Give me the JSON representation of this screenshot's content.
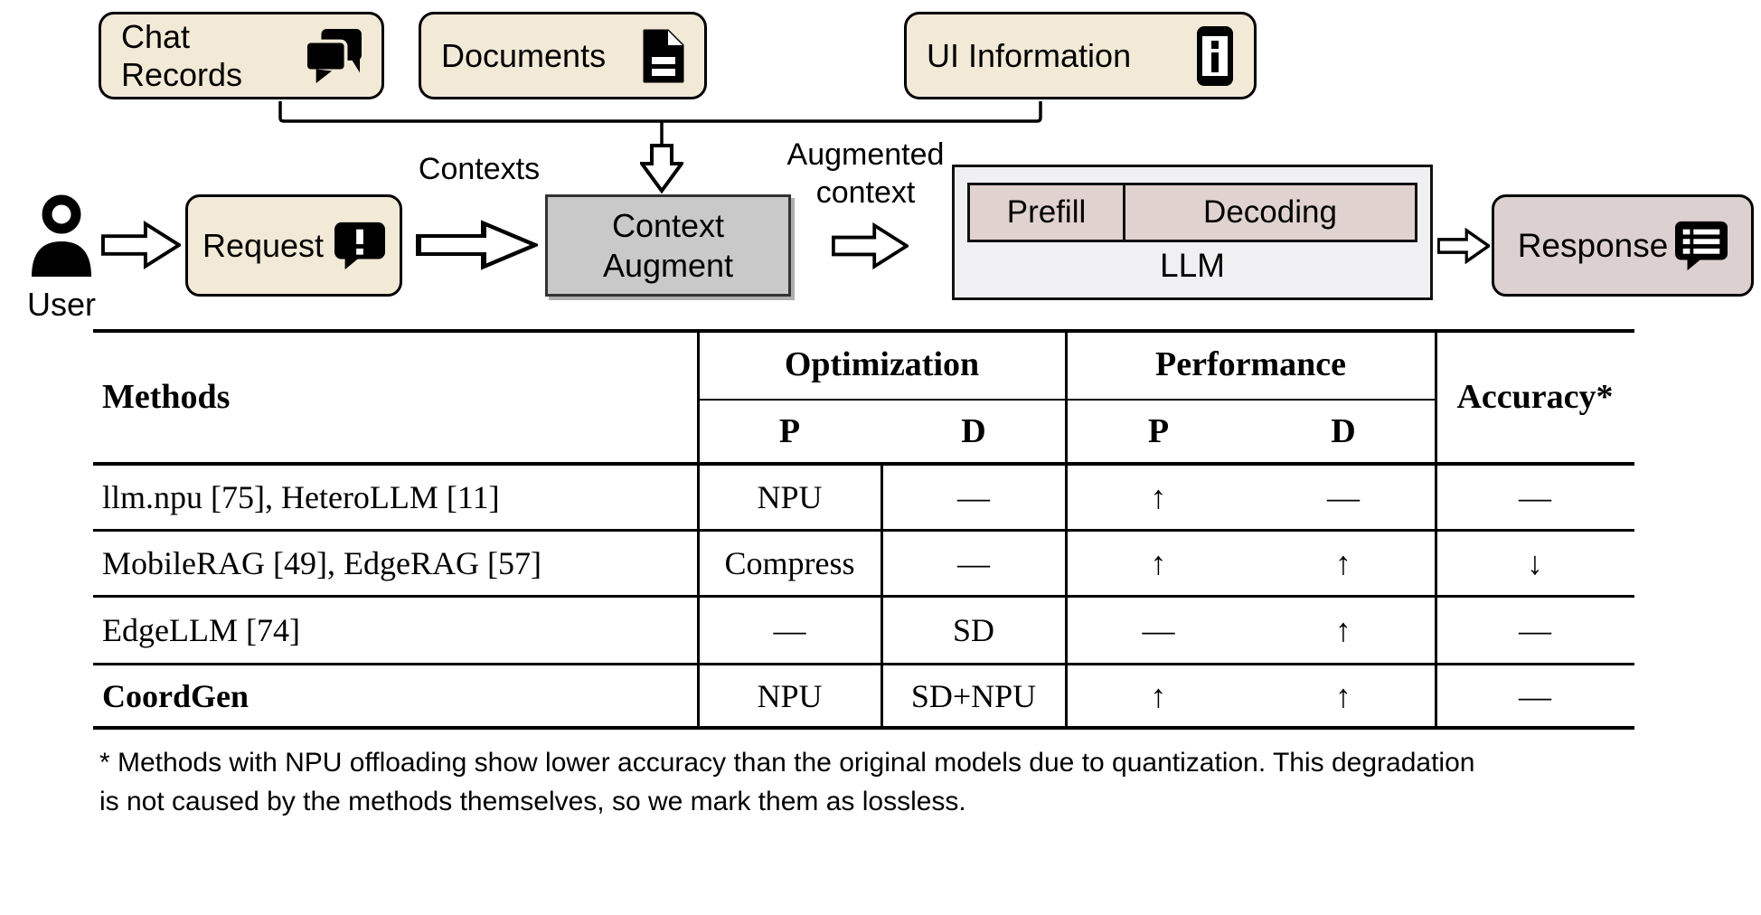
{
  "figure": {
    "sources": [
      {
        "label": "Chat Records",
        "icon": "chat-bubbles-icon"
      },
      {
        "label": "Documents",
        "icon": "document-icon"
      },
      {
        "label": "UI Information",
        "icon": "phone-info-icon"
      }
    ],
    "contexts_label": "Contexts",
    "augmented_label_line1": "Augmented",
    "augmented_label_line2": "context",
    "user_label": "User",
    "request_label": "Request",
    "context_augment_line1": "Context",
    "context_augment_line2": "Augment",
    "prefill_label": "Prefill",
    "decoding_label": "Decoding",
    "llm_label": "LLM",
    "response_label": "Response"
  },
  "table": {
    "header": {
      "methods": "Methods",
      "optimization": "Optimization",
      "performance": "Performance",
      "accuracy": "Accuracy*",
      "sub_p": "P",
      "sub_d": "D"
    },
    "rows": [
      {
        "method": "llm.npu [75], HeteroLLM [11]",
        "opt_p": "NPU",
        "opt_d": "—",
        "perf_p": "↑",
        "perf_d": "—",
        "accuracy": "—"
      },
      {
        "method": "MobileRAG [49], EdgeRAG [57]",
        "opt_p": "Compress",
        "opt_d": "—",
        "perf_p": "↑",
        "perf_d": "↑",
        "accuracy": "↓"
      },
      {
        "method": "EdgeLLM [74]",
        "opt_p": "—",
        "opt_d": "SD",
        "perf_p": "—",
        "perf_d": "↑",
        "accuracy": "—"
      },
      {
        "method": "CoordGen",
        "opt_p": "NPU",
        "opt_d": "SD+NPU",
        "perf_p": "↑",
        "perf_d": "↑",
        "accuracy": "—"
      }
    ]
  },
  "footnote": {
    "line1": "* Methods with NPU offloading show lower accuracy than the original models due to quantization. This degradation",
    "line2": "is not caused by the methods themselves, so we mark them as lossless."
  },
  "colors": {
    "source_box_fill": "#f2e9d7",
    "context_augment_fill": "#c9c9c9",
    "llm_box_fill": "#f0eff1",
    "prefill_decoding_fill": "#e0d2ce",
    "response_fill": "#dcd0d0",
    "line_color": "#000000"
  }
}
